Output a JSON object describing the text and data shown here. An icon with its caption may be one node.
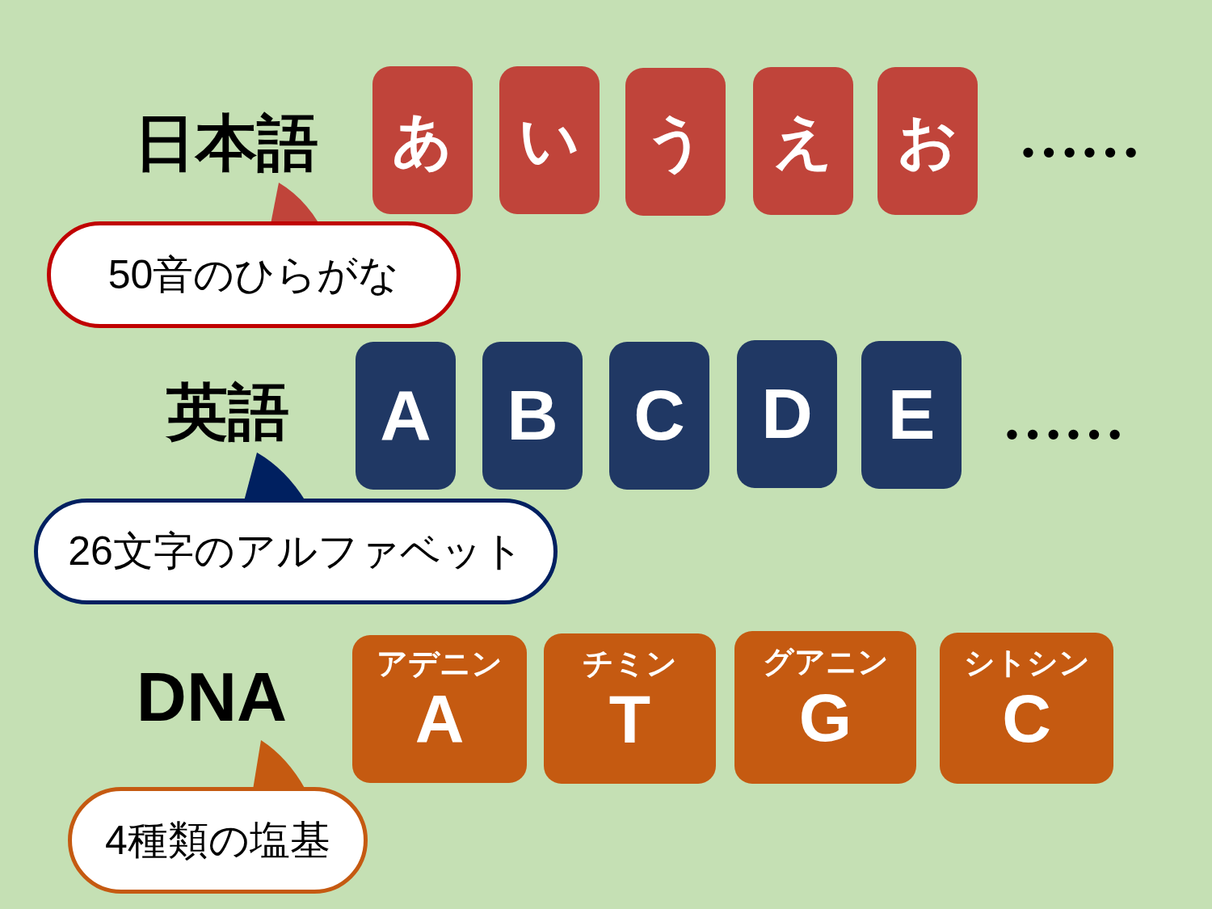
{
  "diagram": {
    "nodes": [
      {
        "text": [
          "日本語"
        ]
      },
      {
        "text": [
          "あ"
        ]
      },
      {
        "text": [
          "い"
        ]
      },
      {
        "text": [
          "う"
        ]
      },
      {
        "text": [
          "え"
        ]
      },
      {
        "text": [
          "お"
        ]
      },
      {
        "text": [
          "50音のひらがな"
        ]
      },
      {
        "text": [
          "英語"
        ]
      },
      {
        "text": [
          "A"
        ]
      },
      {
        "text": [
          "B"
        ]
      },
      {
        "text": [
          "C"
        ]
      },
      {
        "text": [
          "D"
        ]
      },
      {
        "text": [
          "E"
        ]
      },
      {
        "text": [
          "26文字のアルファベット"
        ]
      },
      {
        "text": [
          "DNA"
        ]
      },
      {
        "text": [
          "アデニン",
          "A"
        ]
      },
      {
        "text": [
          "チミン",
          "T"
        ]
      },
      {
        "text": [
          "グアニン",
          "G"
        ]
      },
      {
        "text": [
          "シトシン",
          "C"
        ]
      },
      {
        "text": [
          "4種類の塩基"
        ]
      }
    ],
    "edges": [
      {
        "from": 6,
        "to": 0,
        "arrow": "to"
      },
      {
        "from": 13,
        "to": 7,
        "arrow": "to"
      },
      {
        "from": 19,
        "to": 14,
        "arrow": "to"
      }
    ],
    "labels": [
      "……",
      "……"
    ]
  }
}
